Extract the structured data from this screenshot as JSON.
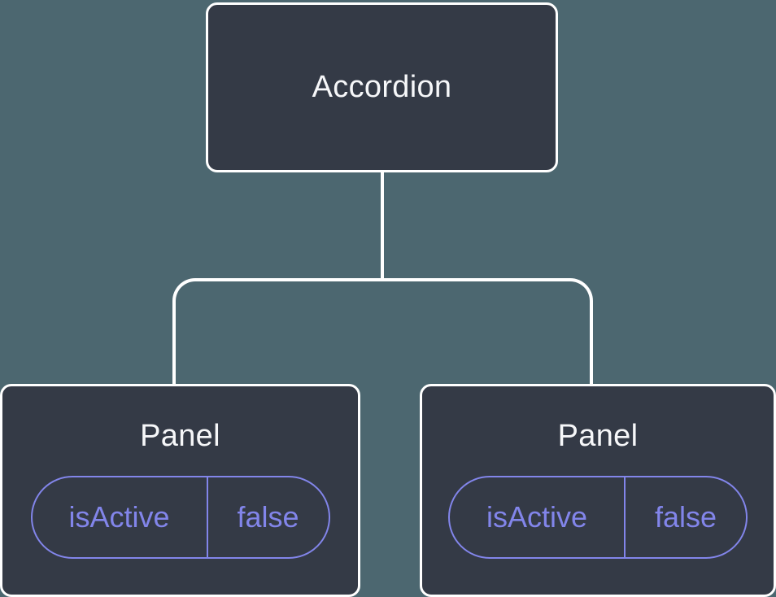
{
  "diagram": {
    "description": "React component tree diagram",
    "root": {
      "label": "Accordion"
    },
    "children": [
      {
        "label": "Panel",
        "state": {
          "key": "isActive",
          "value": "false"
        }
      },
      {
        "label": "Panel",
        "state": {
          "key": "isActive",
          "value": "false"
        }
      }
    ]
  },
  "colors": {
    "background": "#4C6770",
    "node_fill": "#343A46",
    "node_border": "#FFFFFF",
    "node_text": "#F6F7F9",
    "state_accent": "#8285EA",
    "connector": "#FFFFFF"
  }
}
